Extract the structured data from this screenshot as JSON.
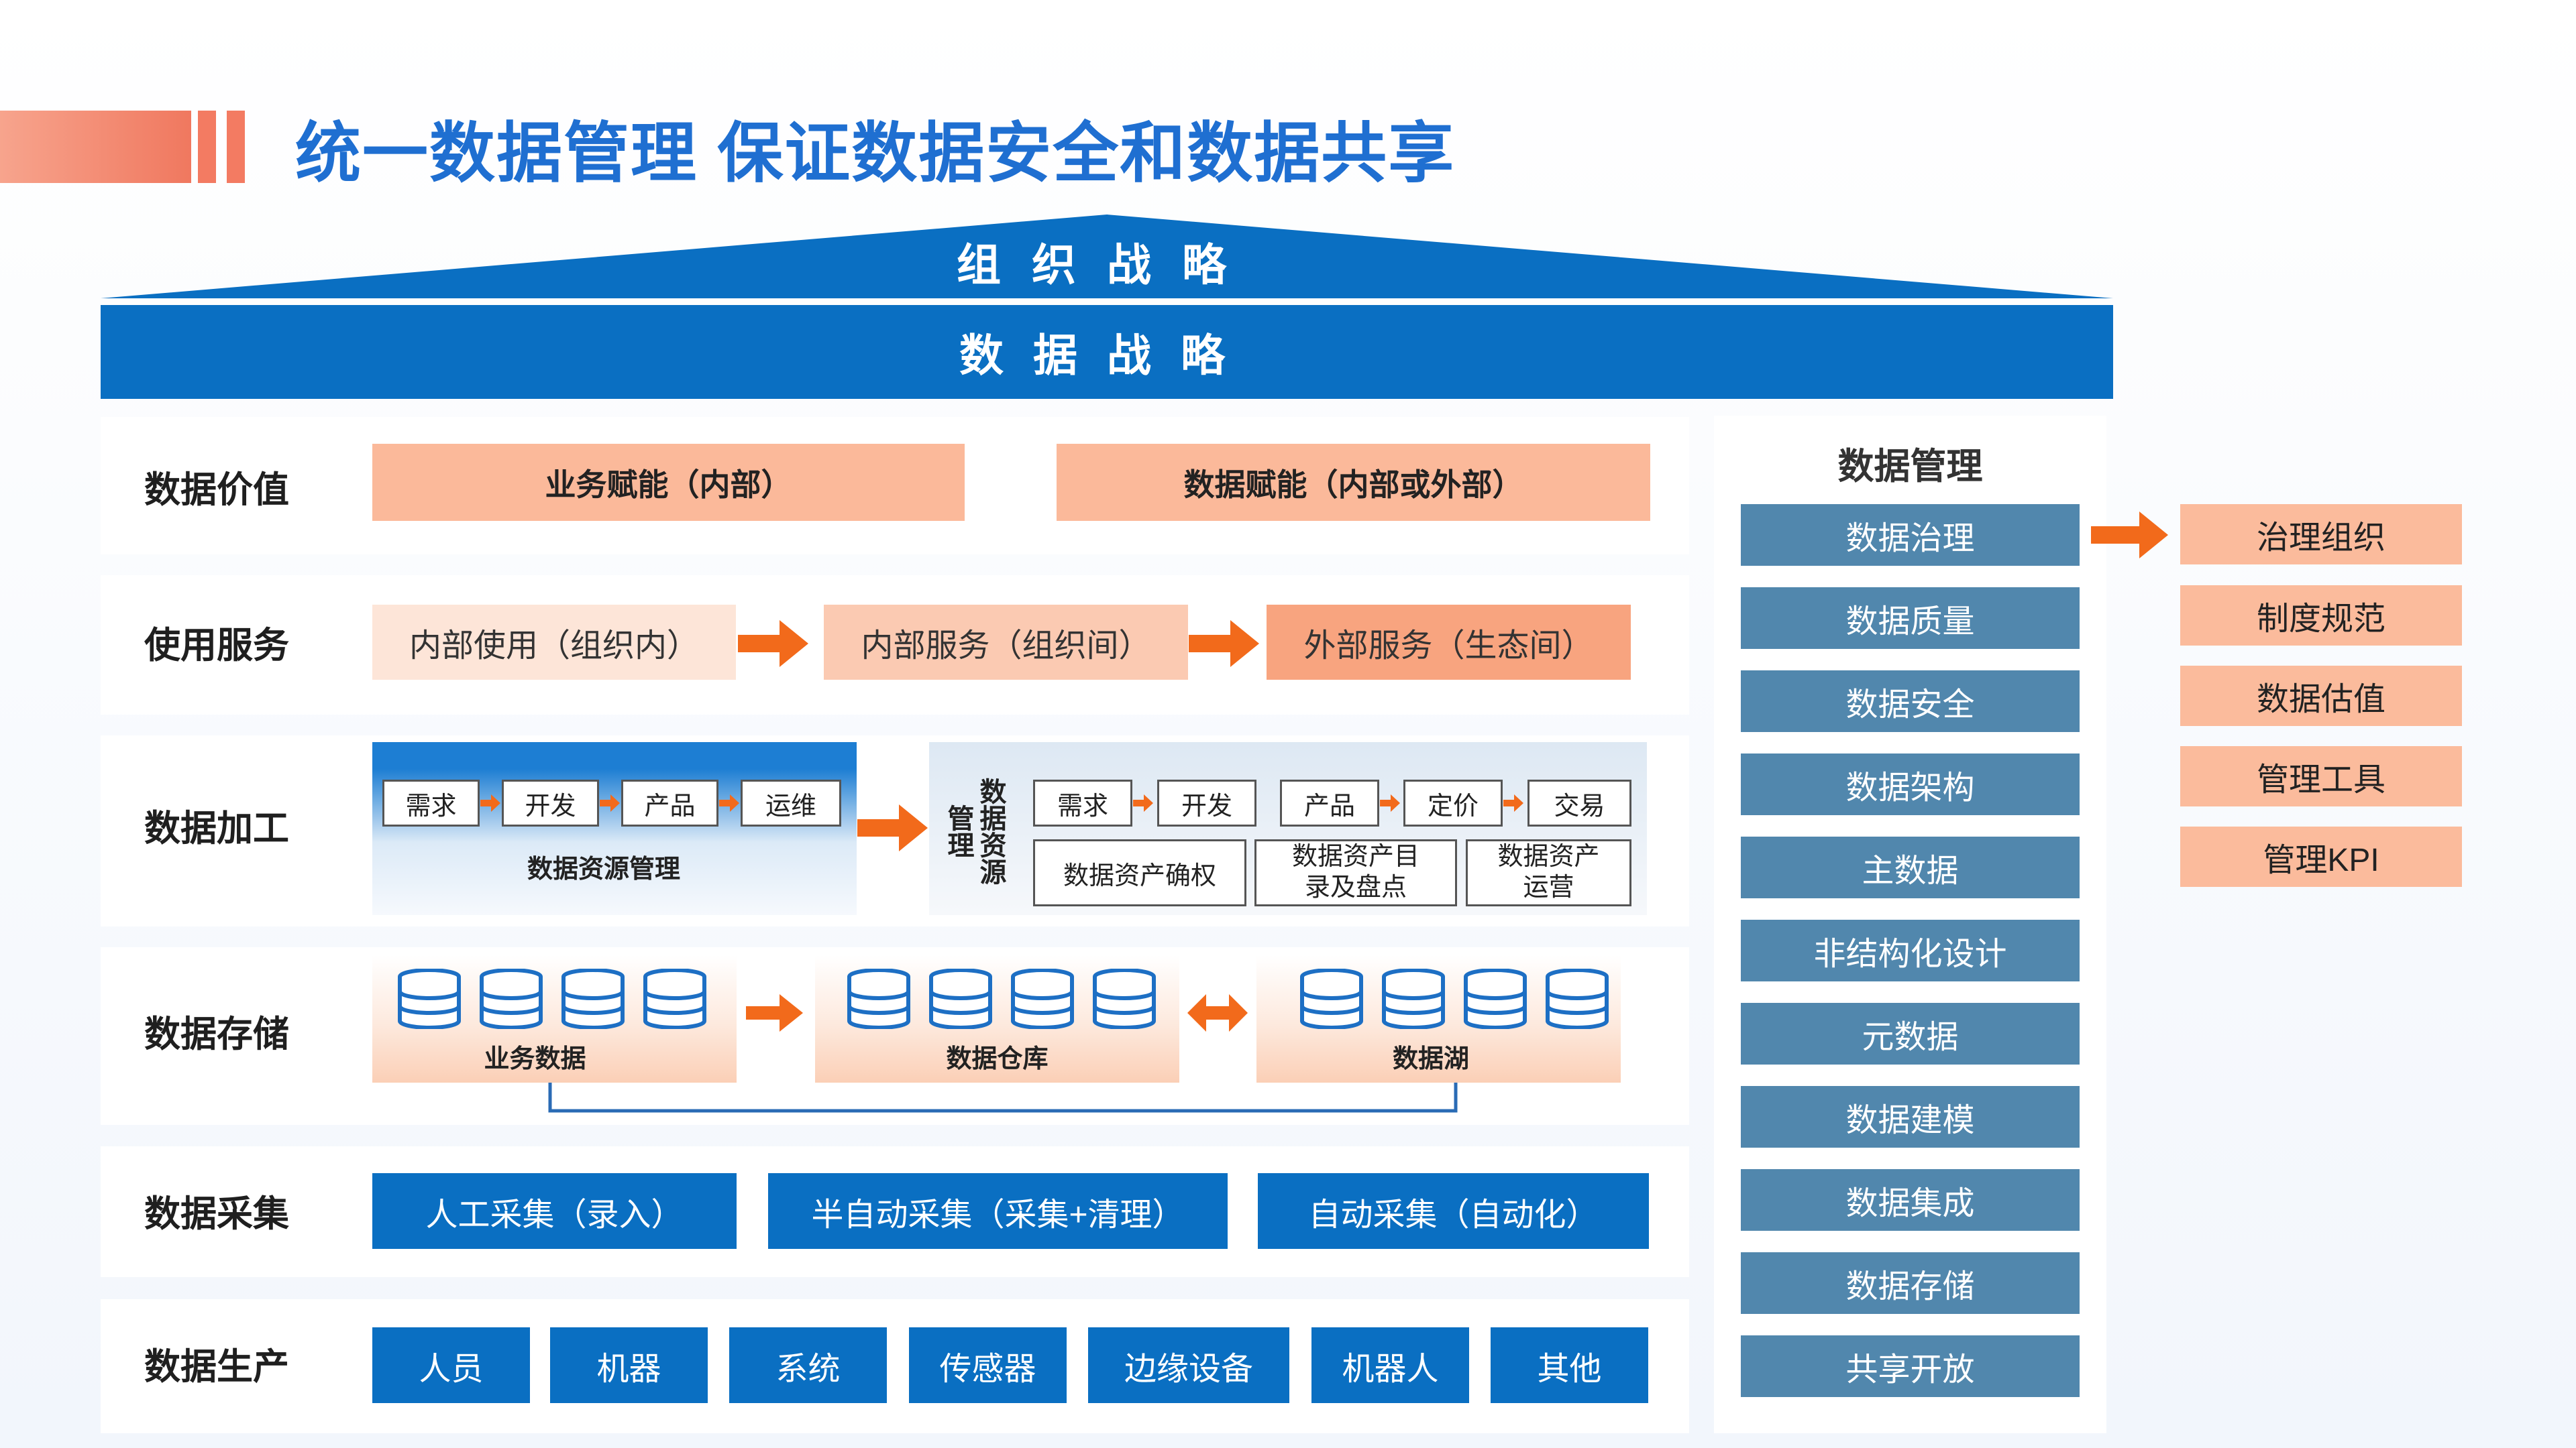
{
  "title": "统一数据管理 保证数据安全和数据共享",
  "roof_label": "组织战略",
  "strategy_label": "数据战略",
  "colors": {
    "accent_blue": "#0a6fc2",
    "peach": "#fbb99a",
    "orange_arrow": "#f26a1b",
    "mgmt_blue": "#5187ad"
  },
  "rows": {
    "value": {
      "label": "数据价值",
      "items": [
        "业务赋能（内部）",
        "数据赋能（内部或外部）"
      ]
    },
    "service": {
      "label": "使用服务",
      "items": [
        "内部使用（组织内）",
        "内部服务（组织间）",
        "外部服务（生态间）"
      ]
    },
    "processing": {
      "label": "数据加工",
      "steps_a": [
        "需求",
        "开发",
        "产品",
        "运维"
      ],
      "caption_a": "数据资源管理",
      "side_label": "数据资源管理",
      "steps_b": [
        "需求",
        "开发",
        "产品",
        "定价",
        "交易"
      ],
      "sub_b": [
        "数据资产确权",
        "数据资产目录及盘点",
        "数据资产运营"
      ]
    },
    "storage": {
      "label": "数据存储",
      "groups": [
        "业务数据",
        "数据仓库",
        "数据湖"
      ]
    },
    "collection": {
      "label": "数据采集",
      "items": [
        "人工采集（录入）",
        "半自动采集（采集+清理）",
        "自动采集（自动化）"
      ]
    },
    "production": {
      "label": "数据生产",
      "items": [
        "人员",
        "机器",
        "系统",
        "传感器",
        "边缘设备",
        "机器人",
        "其他"
      ]
    }
  },
  "management": {
    "title": "数据管理",
    "items": [
      "数据治理",
      "数据质量",
      "数据安全",
      "数据架构",
      "主数据",
      "非结构化设计",
      "元数据",
      "数据建模",
      "数据集成",
      "数据存储",
      "共享开放"
    ]
  },
  "governance": [
    "治理组织",
    "制度规范",
    "数据估值",
    "管理工具",
    "管理KPI"
  ]
}
